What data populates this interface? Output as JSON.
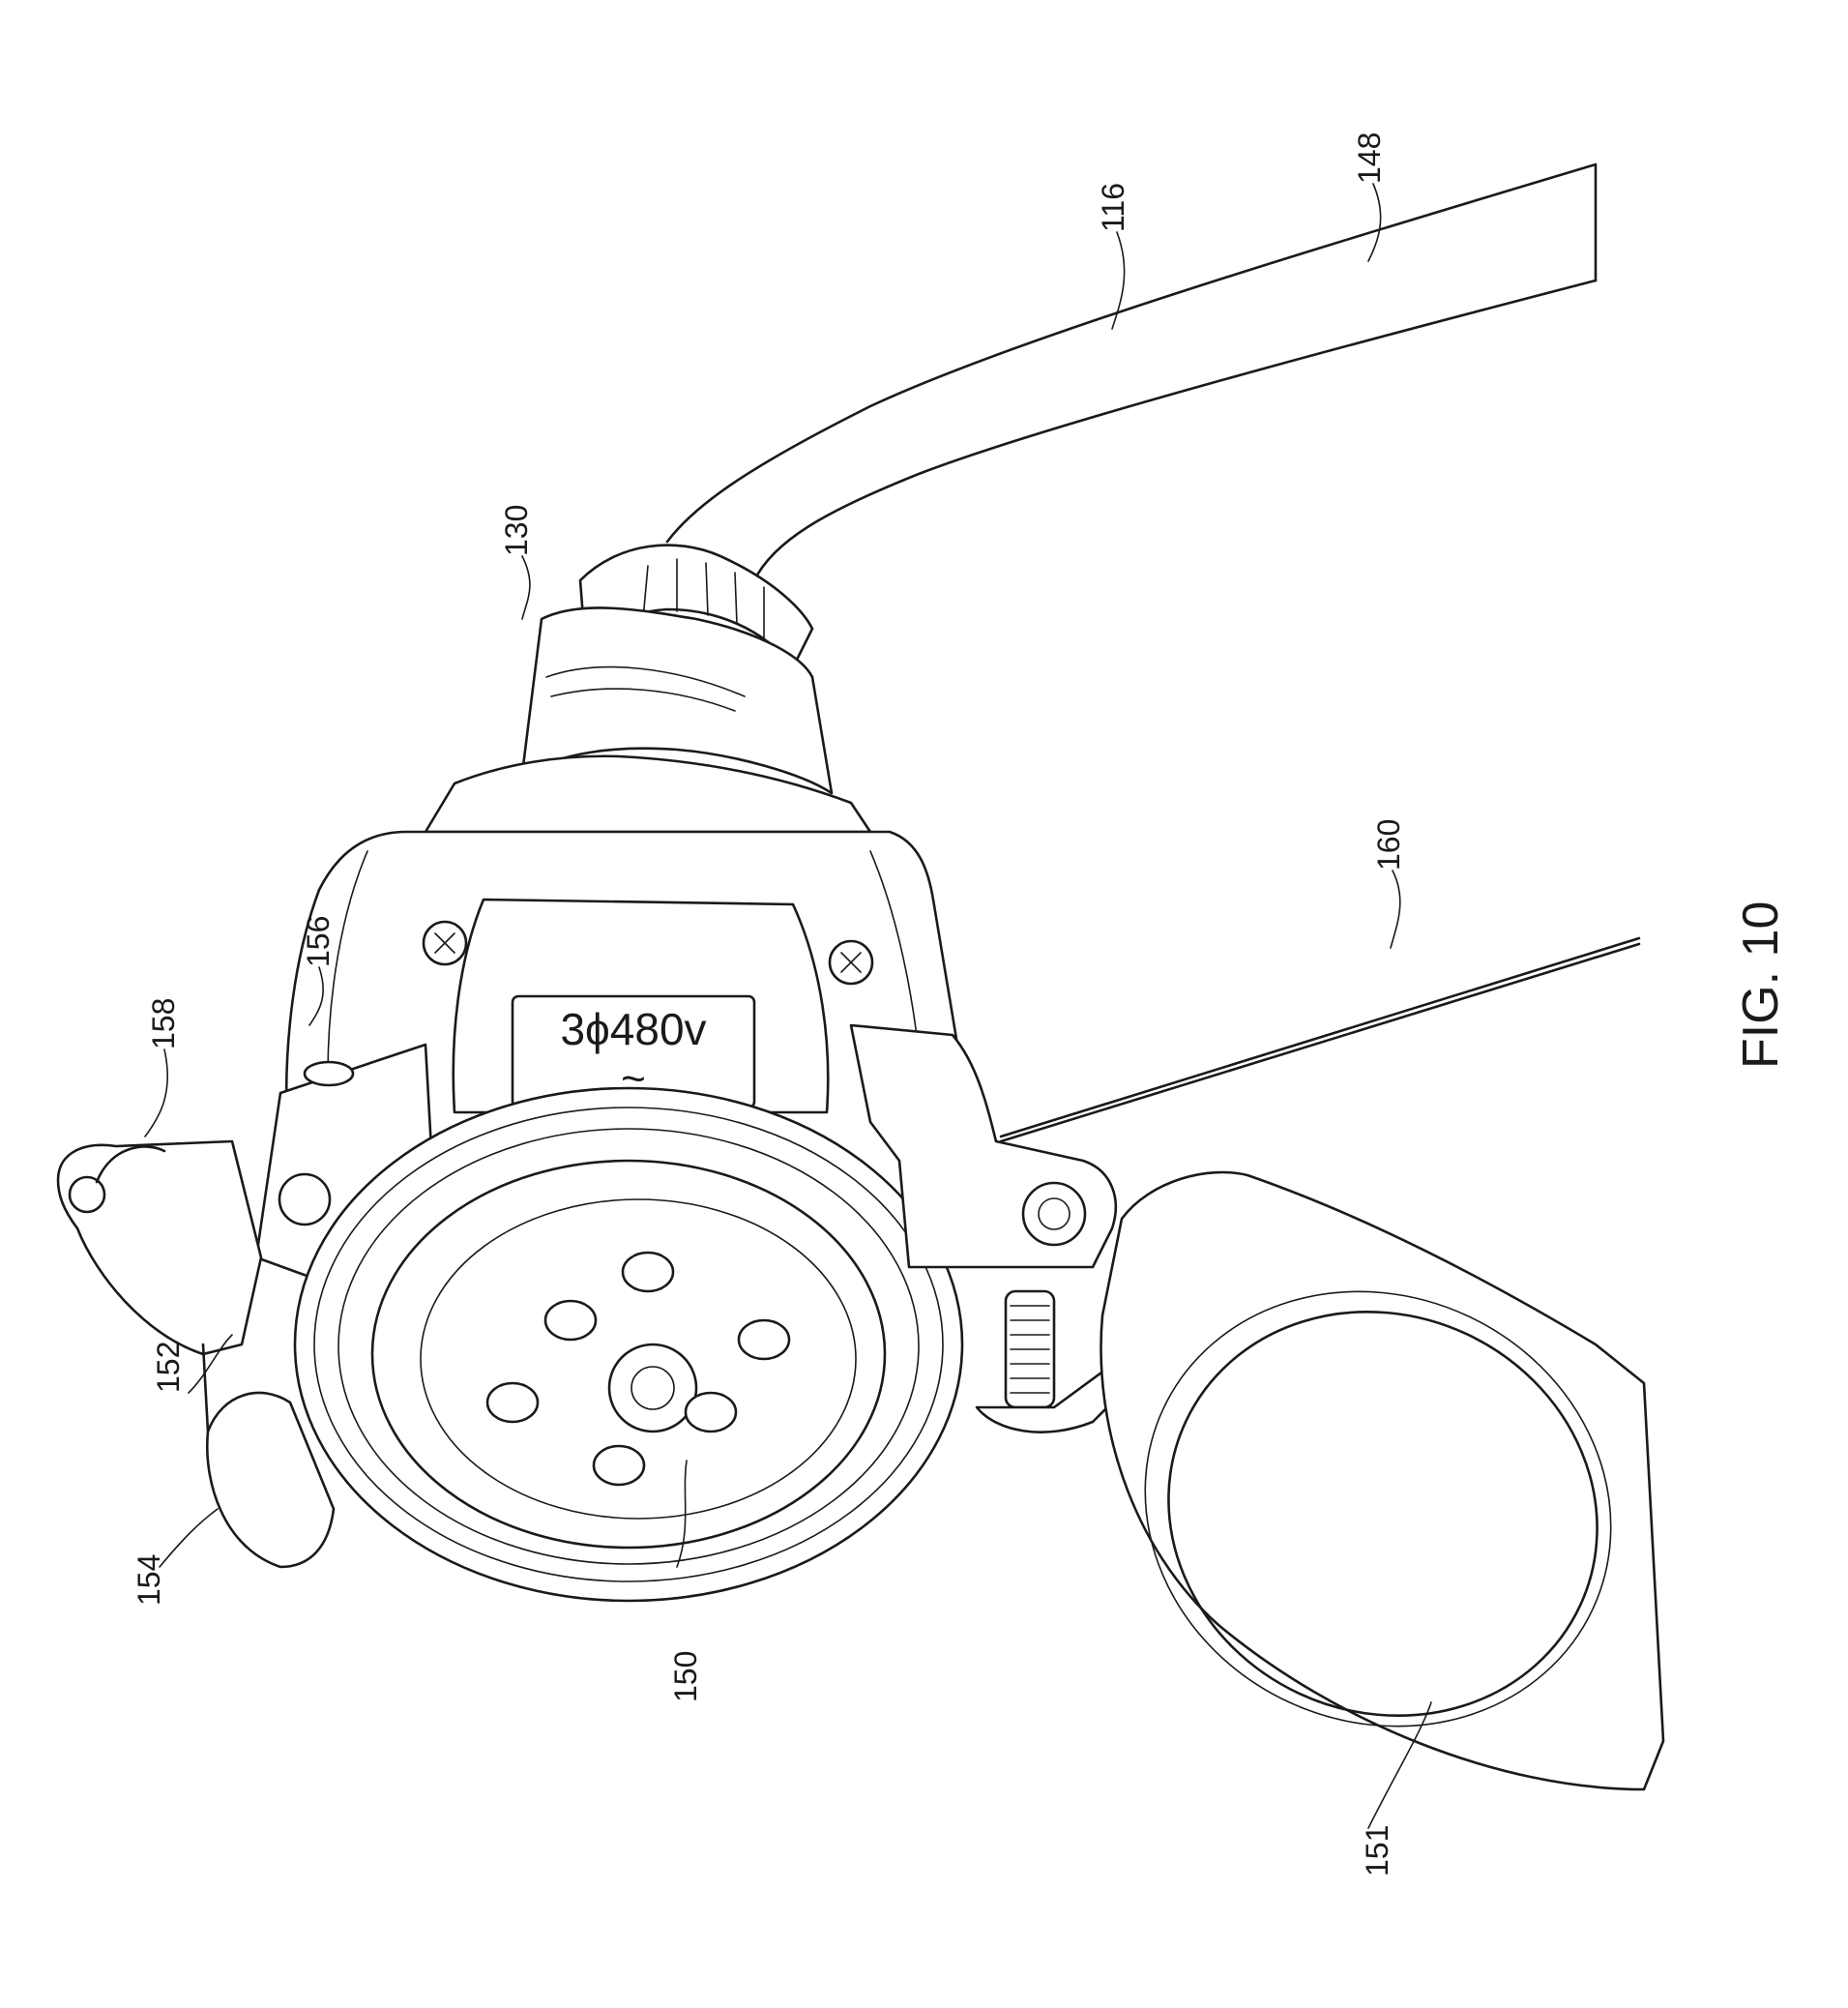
{
  "figure": {
    "caption": "FIG. 10",
    "plate_text": {
      "line1": "3ϕ480v",
      "line2": "~"
    }
  },
  "reference_numerals": {
    "n116": "116",
    "n130": "130",
    "n148": "148",
    "n150": "150",
    "n151": "151",
    "n152": "152",
    "n154": "154",
    "n156": "156",
    "n158": "158",
    "n160": "160"
  }
}
